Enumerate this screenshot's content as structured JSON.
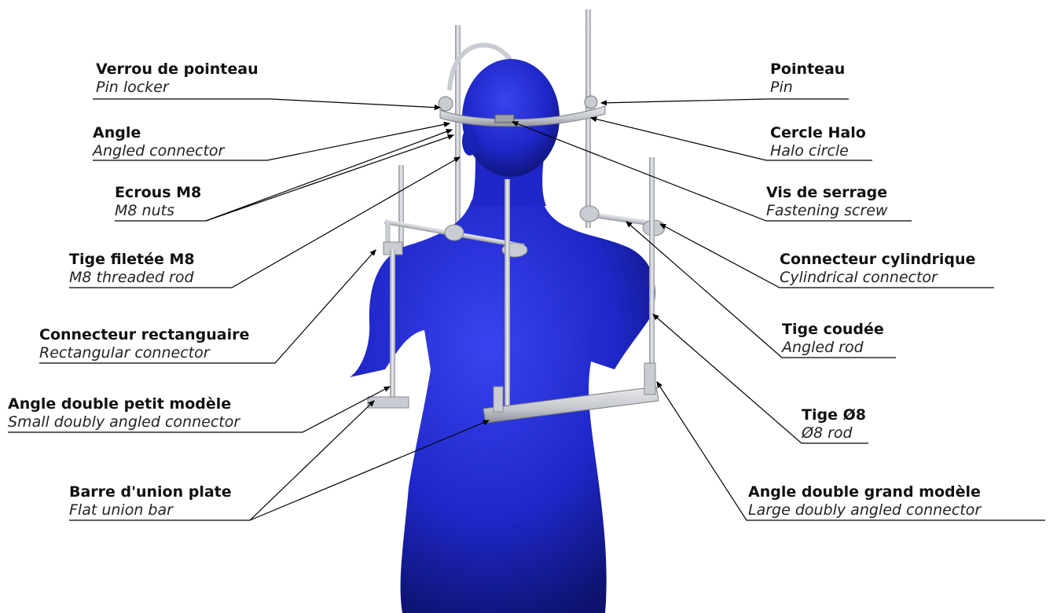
{
  "figure": {
    "body_color": "#1f27c9",
    "metal_color": "#c9ccd2",
    "labels_left": [
      {
        "id": "pin-locker",
        "fr": "Verrou de pointeau",
        "en": "Pin locker"
      },
      {
        "id": "angled-connector",
        "fr": "Angle",
        "en": "Angled connector"
      },
      {
        "id": "m8-nuts",
        "fr": "Ecrous M8",
        "en": "M8 nuts"
      },
      {
        "id": "m8-threaded-rod",
        "fr": "Tige filetée M8",
        "en": "M8 threaded rod"
      },
      {
        "id": "rectangular-connector",
        "fr": "Connecteur rectanguaire",
        "en": "Rectangular connector"
      },
      {
        "id": "small-double-angle",
        "fr": "Angle double petit modèle",
        "en": "Small doubly angled connector"
      },
      {
        "id": "flat-union-bar",
        "fr": "Barre d'union plate",
        "en": "Flat union bar"
      }
    ],
    "labels_right": [
      {
        "id": "pin",
        "fr": "Pointeau",
        "en": "Pin"
      },
      {
        "id": "halo-circle",
        "fr": "Cercle Halo",
        "en": "Halo circle"
      },
      {
        "id": "fastening-screw",
        "fr": "Vis de serrage",
        "en": "Fastening screw"
      },
      {
        "id": "cylindrical-connector",
        "fr": "Connecteur cylindrique",
        "en": "Cylindrical connector"
      },
      {
        "id": "angled-rod",
        "fr": "Tige coudée",
        "en": "Angled rod"
      },
      {
        "id": "rod-8",
        "fr": "Tige Ø8",
        "en": "Ø8 rod"
      },
      {
        "id": "large-double-angle",
        "fr": "Angle double grand modèle",
        "en": "Large doubly angled connector"
      }
    ]
  }
}
